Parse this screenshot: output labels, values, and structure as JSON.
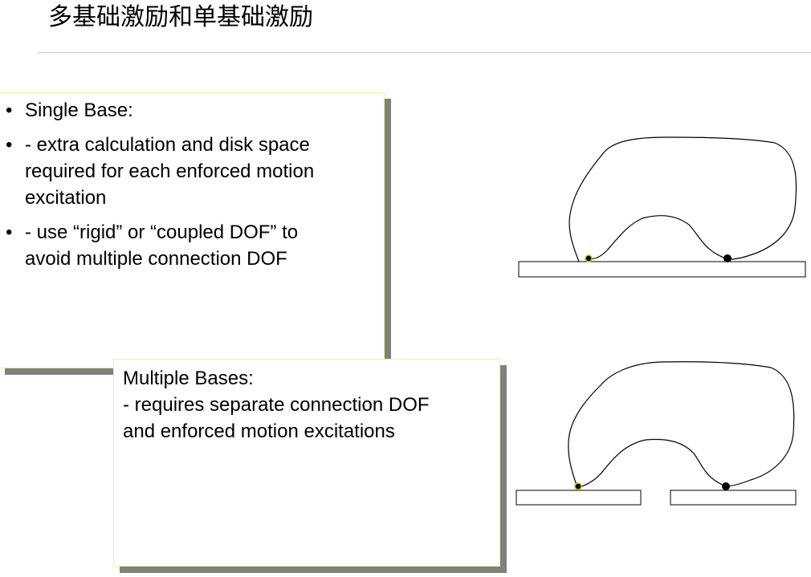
{
  "title": "多基础激励和单基础激励",
  "single_box": {
    "items": [
      {
        "lines": [
          "Single Base:"
        ]
      },
      {
        "lines": [
          "- extra calculation and disk space",
          "required for each enforced motion",
          "excitation"
        ]
      },
      {
        "lines": [
          "- use “rigid” or “coupled DOF” to",
          "avoid multiple connection DOF"
        ]
      }
    ]
  },
  "multi_box": {
    "lines": [
      "Multiple Bases:",
      "- requires separate connection DOF",
      "and enforced motion excitations"
    ]
  },
  "colors": {
    "box_border": "#f4f0a0",
    "shadow": "#808080",
    "dot_yellow_outline": "#c8c800"
  }
}
